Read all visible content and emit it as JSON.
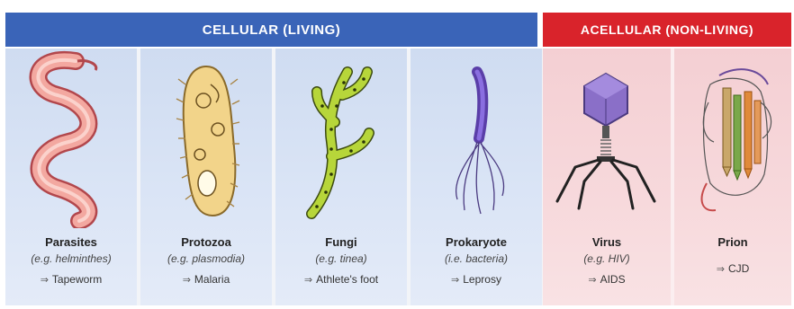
{
  "header": {
    "cellular_label": "CELLULAR  (LIVING)",
    "acellular_label": "ACELLULAR  (NON-LIVING)"
  },
  "panels": [
    {
      "title": "Parasites",
      "example": "(e.g. helminthes)",
      "disease": "Tapeworm",
      "icon": "worm-illustration"
    },
    {
      "title": "Protozoa",
      "example": "(e.g. plasmodia)",
      "disease": "Malaria",
      "icon": "protozoa-illustration"
    },
    {
      "title": "Fungi",
      "example": "(e.g. tinea)",
      "disease": "Athlete's foot",
      "icon": "fungi-illustration"
    },
    {
      "title": "Prokaryote",
      "example": "(i.e. bacteria)",
      "disease": "Leprosy",
      "icon": "bacterium-illustration"
    },
    {
      "title": "Virus",
      "example": "(e.g. HIV)",
      "disease": "AIDS",
      "icon": "virus-illustration"
    },
    {
      "title": "Prion",
      "example": "",
      "disease": "CJD",
      "icon": "prion-illustration"
    }
  ],
  "arrow_symbol": "⇒",
  "colors": {
    "cellular_band": "#3a64b8",
    "acellular_band": "#d9232b",
    "living_panel": "#dbe5f6",
    "nonliving_panel": "#f7d9dc"
  }
}
